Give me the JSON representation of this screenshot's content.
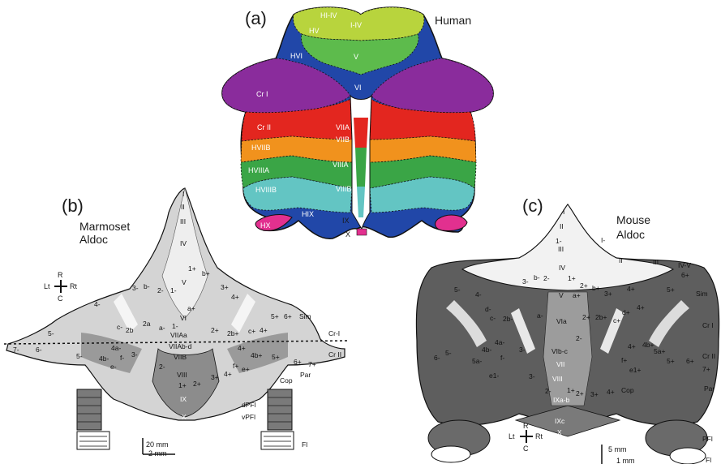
{
  "panel_a": {
    "letter": "(a)",
    "title": "Human",
    "lobule_labels": [
      "HI-IV",
      "I-IV",
      "HV",
      "V",
      "HVI",
      "VI",
      "Cr I",
      "Cr II",
      "VIIA",
      "VIIB",
      "HVIIB",
      "HVIIIA",
      "VIIIA",
      "HVIIIB",
      "VIIIB",
      "HIX",
      "IX",
      "HX",
      "X"
    ],
    "colors": {
      "lobules_I_IV": "#9bc33a",
      "lobule_V": "#56b84a",
      "lobule_VI": "#2147a8",
      "crus_I": "#8a2c9c",
      "crus_II": "#e3261f",
      "hviib": "#f1921d",
      "hviiia": "#3aa546",
      "hviiib": "#63c5c3",
      "hix": "#2147a8",
      "hx": "#e2308f"
    }
  },
  "panel_b": {
    "letter": "(b)",
    "title_line1": "Marmoset",
    "title_line2": "Aldoc",
    "orientation": {
      "r": "R",
      "c": "C",
      "lt": "Lt",
      "rt": "Rt"
    },
    "vermis_labels": [
      "I",
      "II",
      "III",
      "IV",
      "V",
      "VI",
      "VIIAa",
      "VIIAb-d",
      "VIIB",
      "VIII",
      "IX",
      "X"
    ],
    "side_labels": [
      "Sim",
      "Cr-I",
      "Cr II",
      "Par",
      "Cop",
      "dPFl",
      "vPFl",
      "Fl"
    ],
    "band_labels": [
      "1+",
      "b+",
      "2-",
      "1-",
      "3+",
      "4+",
      "3-",
      "b-",
      "a+",
      "4-",
      "2a",
      "a-",
      "1-",
      "2+",
      "2b+",
      "c+",
      "4+",
      "c-",
      "2b",
      "5+",
      "6+",
      "5-",
      "4a-",
      "3-",
      "4+",
      "4b+",
      "5+",
      "6+",
      "7+",
      "6-",
      "7-",
      "4b-",
      "f-",
      "e-",
      "f+",
      "e+",
      "1+",
      "2+",
      "3+",
      "4+",
      "2-",
      "5-"
    ],
    "scale_1": "20 mm",
    "scale_2": "2 mm"
  },
  "panel_c": {
    "letter": "(c)",
    "title_line1": "Mouse",
    "title_line2": "Aldoc",
    "orientation": {
      "r": "R",
      "c": "C",
      "lt": "Lt",
      "rt": "Rt"
    },
    "vermis_labels": [
      "I",
      "II",
      "III",
      "IV",
      "V",
      "VIa",
      "VIb-c",
      "VII",
      "VIII",
      "IXa-b",
      "IXc",
      "X",
      "I-",
      "II",
      "III",
      "IV-V",
      "1-"
    ],
    "side_labels": [
      "Sim",
      "Cr I",
      "Cr II",
      "Par",
      "Cop",
      "PFl",
      "Fl"
    ],
    "band_labels": [
      "1+",
      "3-",
      "b-",
      "2-",
      "a+",
      "2+",
      "b+",
      "3+",
      "4+",
      "5+",
      "6+",
      "5-",
      "4-",
      "d-",
      "c-",
      "2b-",
      "a-",
      "2+",
      "2b+",
      "c+",
      "d+",
      "4+",
      "4b-",
      "4a-",
      "3-",
      "4+",
      "4b+",
      "5a+",
      "5+",
      "6+",
      "7+",
      "6-",
      "5-",
      "5a-",
      "f-",
      "e1-",
      "2-",
      "1+",
      "3-",
      "f+",
      "e1+",
      "2+",
      "3+",
      "4+",
      "2-"
    ],
    "scale_1": "5 mm",
    "scale_2": "1 mm"
  }
}
